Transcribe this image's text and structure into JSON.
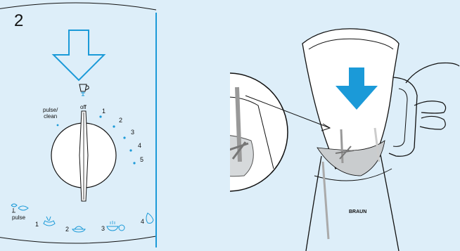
{
  "figure": {
    "step_number": "2",
    "dial": {
      "label_pulse_clean": "pulse/\nclean",
      "label_off": "off",
      "settings": [
        "1",
        "2",
        "3",
        "4",
        "5"
      ]
    },
    "speed_legend": {
      "pulse_label": "pulse",
      "items": [
        "1",
        "2",
        "3",
        "4"
      ]
    },
    "brand_label": "BRAUN",
    "colors": {
      "panel_background": "#ddeef9",
      "accent_blue": "#1b9ad8",
      "line": "#111111"
    }
  }
}
